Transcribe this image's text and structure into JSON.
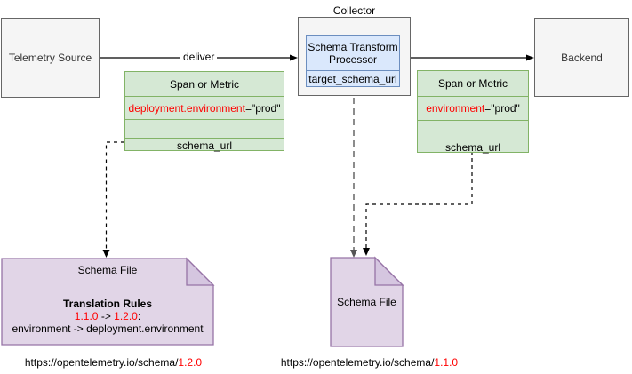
{
  "nodes": {
    "telemetry_source": {
      "label": "Telemetry Source"
    },
    "collector": {
      "label": "Collector"
    },
    "processor": {
      "title": "Schema Transform Processor",
      "field": "target_schema_url"
    },
    "backend": {
      "label": "Backend"
    }
  },
  "edges": {
    "deliver_label": "deliver"
  },
  "span_left": {
    "title": "Span or Metric",
    "attr_key": "deployment.environment",
    "attr_value": "=\"prod\"",
    "field": "schema_url"
  },
  "span_right": {
    "title": "Span or Metric",
    "attr_key": "environment",
    "attr_value": "=\"prod\"",
    "field": "schema_url"
  },
  "schema_file_left": {
    "title": "Schema File",
    "rules_heading": "Translation Rules",
    "rule_version_from": "1.1.0",
    "rule_version_sep": " -> ",
    "rule_version_to": "1.2.0",
    "rule_version_colon": ":",
    "rule_mapping": "environment -> deployment.environment"
  },
  "schema_file_middle": {
    "title": "Schema File"
  },
  "urls": {
    "left": {
      "prefix": "https://opentelemetry.io/schema/",
      "version": "1.2.0"
    },
    "right": {
      "prefix": "https://opentelemetry.io/schema/",
      "version": "1.1.0"
    }
  },
  "colors": {
    "red": "#ff0000",
    "green_fill": "#d5e8d4",
    "green_border": "#82b366",
    "blue_fill": "#dae8fc",
    "blue_border": "#6c8ebf",
    "purple_fill": "#e1d5e7",
    "purple_fold": "#d5c6e0",
    "purple_border": "#9673a6",
    "gray_fill": "#f5f5f5",
    "gray_border": "#666666"
  }
}
